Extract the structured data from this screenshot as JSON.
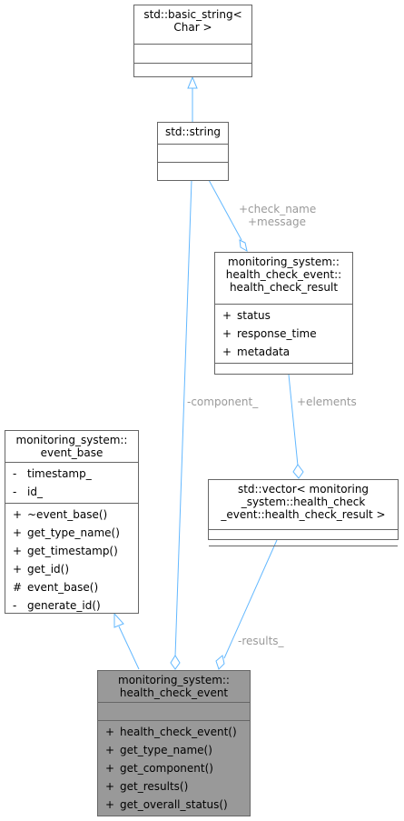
{
  "classes": {
    "basic_string": {
      "title": [
        "std::basic_string<",
        "Char >"
      ],
      "attributes": [],
      "methods": []
    },
    "string": {
      "title": [
        "std::string"
      ],
      "attributes": [],
      "methods": []
    },
    "result": {
      "title": [
        "monitoring_system::",
        "health_check_event::",
        "health_check_result"
      ],
      "attributes": [
        {
          "vis": "+",
          "name": "status"
        },
        {
          "vis": "+",
          "name": "response_time"
        },
        {
          "vis": "+",
          "name": "metadata"
        }
      ],
      "methods": []
    },
    "event_base": {
      "title": [
        "monitoring_system::",
        "event_base"
      ],
      "attributes": [
        {
          "vis": "-",
          "name": "timestamp_"
        },
        {
          "vis": "-",
          "name": "id_"
        }
      ],
      "methods": [
        {
          "vis": "+",
          "name": "~event_base()"
        },
        {
          "vis": "+",
          "name": "get_type_name()"
        },
        {
          "vis": "+",
          "name": "get_timestamp()"
        },
        {
          "vis": "+",
          "name": "get_id()"
        },
        {
          "vis": "#",
          "name": "event_base()"
        },
        {
          "vis": "-",
          "name": "generate_id()"
        }
      ]
    },
    "vector": {
      "title": [
        "std::vector< monitoring",
        "_system::health_check",
        "_event::health_check_result >"
      ],
      "attributes": [],
      "methods": []
    },
    "health_check_event": {
      "title": [
        "monitoring_system::",
        "health_check_event"
      ],
      "attributes": [],
      "methods": [
        {
          "vis": "+",
          "name": "health_check_event()"
        },
        {
          "vis": "+",
          "name": "get_type_name()"
        },
        {
          "vis": "+",
          "name": "get_component()"
        },
        {
          "vis": "+",
          "name": "get_results()"
        },
        {
          "vis": "+",
          "name": "get_overall_status()"
        }
      ]
    }
  },
  "edge_labels": {
    "check_name": "+check_name",
    "message": "+message",
    "component": "-component_",
    "elements": "+elements",
    "results": "-results_"
  },
  "colors": {
    "edge": "#63b8ff",
    "border": "#666666",
    "focus_fill": "#999999",
    "label": "#9a9a9a"
  }
}
